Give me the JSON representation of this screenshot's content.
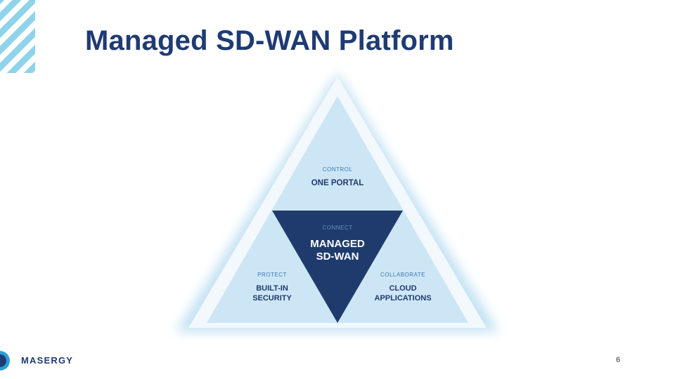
{
  "slide": {
    "title": "Managed SD-WAN Platform",
    "page_number": "6"
  },
  "diagram": {
    "top": {
      "category": "CONTROL",
      "line1": "ONE PORTAL"
    },
    "center": {
      "category": "CONNECT",
      "line1": "MANAGED",
      "line2": "SD-WAN"
    },
    "left": {
      "category": "PROTECT",
      "line1": "BUILT-IN",
      "line2": "SECURITY"
    },
    "right": {
      "category": "COLLABORATE",
      "line1": "CLOUD",
      "line2": "APPLICATIONS"
    }
  },
  "logo": {
    "name": "MASERGY",
    "icon": "masergy-logo-icon"
  },
  "colors": {
    "title": "#1f3b73",
    "light_blue": "#cde6f5",
    "dark_navy": "#1f3b6e",
    "accent_stripes": "#8fd3ea",
    "label_blue": "#3b79b3"
  }
}
